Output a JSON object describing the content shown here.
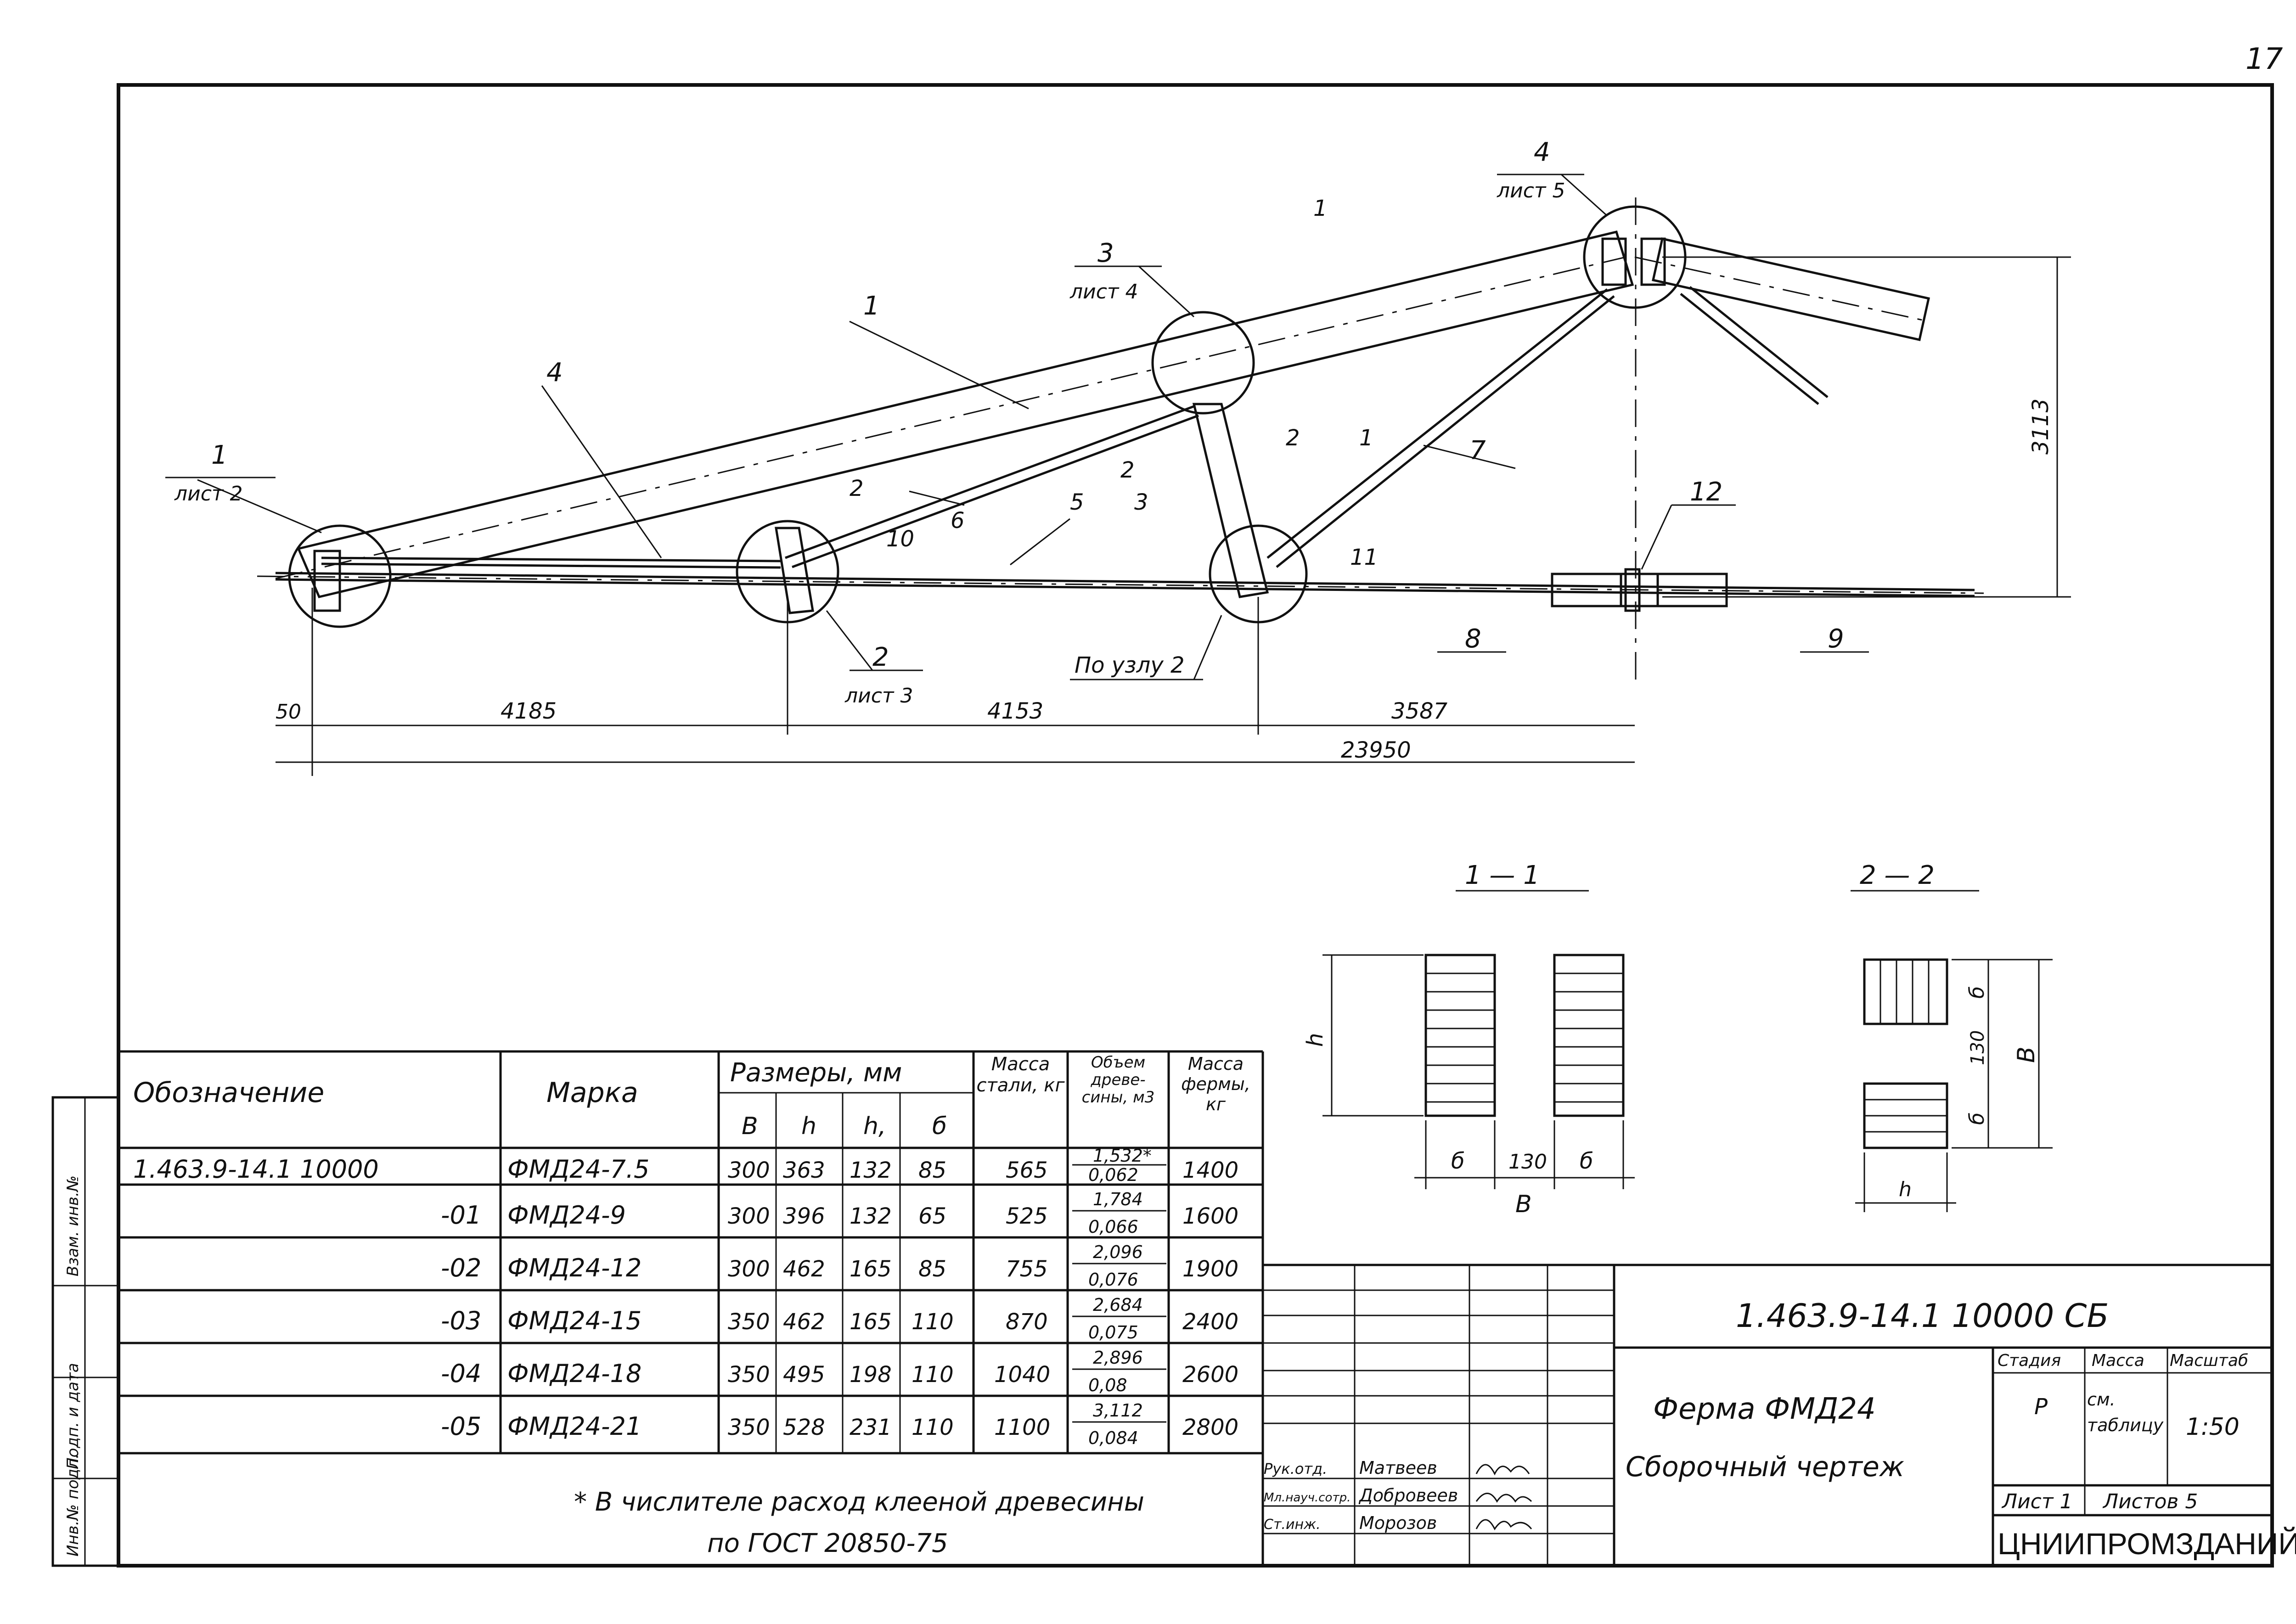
{
  "sheet_number": "17",
  "side_stamp": [
    "Инв.№ подл.",
    "Подп. и дата",
    "Взам. инв.№"
  ],
  "drawing": {
    "labels": {
      "node1": "1",
      "node1_ref": "лист 2",
      "node2": "2",
      "node2_ref": "лист 3",
      "node3": "3",
      "node3_ref": "лист 4",
      "node4": "4",
      "node4_ref": "лист 5",
      "by_node": "По узлу 2",
      "section_1": "1",
      "section_2": "2",
      "pos": [
        "1",
        "2",
        "3",
        "4",
        "5",
        "6",
        "7",
        "8",
        "9",
        "10",
        "11",
        "12"
      ],
      "pos_2_3": "2",
      "pos_3_left": "3"
    },
    "dimensions": {
      "d50": "50",
      "d4185": "4185",
      "d4153": "4153",
      "d3587": "3587",
      "d23950": "23950",
      "height": "3113"
    }
  },
  "sections": {
    "s11": {
      "title": "1 — 1",
      "h": "h",
      "b": "б",
      "mid": "130",
      "b_total": "B"
    },
    "s22": {
      "title": "2 — 2",
      "b": "б",
      "mid": "130",
      "b_total": "В",
      "h1": "h"
    }
  },
  "table": {
    "headers": {
      "designation": "Обозначение",
      "mark": "Марка",
      "dims": "Размеры, мм",
      "dim_cols": [
        "В",
        "h",
        "h,",
        "б"
      ],
      "steel": "Масса стали, кг",
      "wood": "Объем древе- сины, м3",
      "truss": "Масса фермы, кг"
    },
    "rows": [
      {
        "designation": "1.463.9-14.1 10000",
        "mark": "ФМД24-7.5",
        "B": "300",
        "h": "363",
        "h1": "132",
        "b": "85",
        "steel": "565",
        "wood_top": "1,532*",
        "wood_bot": "0,062",
        "truss": "1400"
      },
      {
        "designation": "-01",
        "mark": "ФМД24-9",
        "B": "300",
        "h": "396",
        "h1": "132",
        "b": "65",
        "steel": "525",
        "wood_top": "1,784",
        "wood_bot": "0,066",
        "truss": "1600"
      },
      {
        "designation": "-02",
        "mark": "ФМД24-12",
        "B": "300",
        "h": "462",
        "h1": "165",
        "b": "85",
        "steel": "755",
        "wood_top": "2,096",
        "wood_bot": "0,076",
        "truss": "1900"
      },
      {
        "designation": "-03",
        "mark": "ФМД24-15",
        "B": "350",
        "h": "462",
        "h1": "165",
        "b": "110",
        "steel": "870",
        "wood_top": "2,684",
        "wood_bot": "0,075",
        "truss": "2400"
      },
      {
        "designation": "-04",
        "mark": "ФМД24-18",
        "B": "350",
        "h": "495",
        "h1": "198",
        "b": "110",
        "steel": "1040",
        "wood_top": "2,896",
        "wood_bot": "0,08",
        "truss": "2600"
      },
      {
        "designation": "-05",
        "mark": "ФМД24-21",
        "B": "350",
        "h": "528",
        "h1": "231",
        "b": "110",
        "steel": "1100",
        "wood_top": "3,112",
        "wood_bot": "0,084",
        "truss": "2800"
      }
    ],
    "footnote_line1": "* В числителе расход клееной древесины",
    "footnote_line2": "по ГОСТ 20850-75"
  },
  "title_block": {
    "code": "1.463.9-14.1 10000 СБ",
    "name_line1": "Ферма ФМД24",
    "name_line2": "Сборочный чертеж",
    "stage_label": "Стадия",
    "mass_label": "Масса",
    "scale_label": "Масштаб",
    "stage": "Р",
    "mass": "см. таблицу",
    "scale": "1:50",
    "sheet": "Лист 1",
    "sheets": "Листов 5",
    "org": "ЦНИИПРОМЗДАНИЙ",
    "roles": [
      "Рук.отд.",
      "Мл.науч.сотр.",
      "Ст.инж."
    ],
    "names": [
      "Матвеев",
      "Добровеев",
      "Морозов"
    ]
  }
}
